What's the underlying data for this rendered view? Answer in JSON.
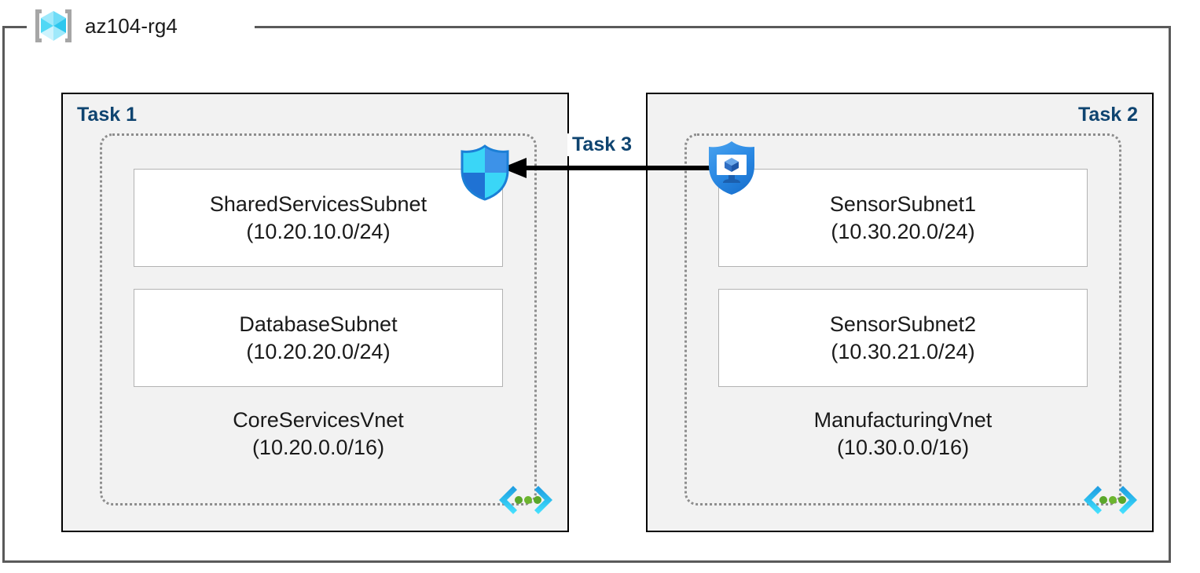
{
  "diagram": {
    "type": "azure-architecture",
    "resource_group": {
      "name": "az104-rg4",
      "icon": "resource-group-cube-icon"
    },
    "colors": {
      "task_label": "#0f4470",
      "task_box_fill": "#f2f2f2",
      "task_box_border": "#000000",
      "rg_frame_border": "#5a5a5a",
      "vnet_border": "#8d8d8d",
      "subnet_border": "#b3b3b3",
      "arrow": "#000000",
      "vnet_icon_bracket": "#1fb4ec",
      "vnet_icon_dot": "#5aa72a",
      "shield_blue": "#1b8ce3",
      "shield_cyan": "#50e6ff"
    },
    "tasks": [
      {
        "id": "task-1",
        "label": "Task 1",
        "align": "left",
        "vnet": {
          "name": "CoreServicesVnet",
          "cidr": "(10.20.0.0/16)",
          "icon": "vnet-icon",
          "subnets": [
            {
              "name": "SharedServicesSubnet",
              "cidr": "(10.20.10.0/24)"
            },
            {
              "name": "DatabaseSubnet",
              "cidr": "(10.20.20.0/24)"
            }
          ]
        }
      },
      {
        "id": "task-2",
        "label": "Task 2",
        "align": "right",
        "vnet": {
          "name": "ManufacturingVnet",
          "cidr": "(10.30.0.0/16)",
          "icon": "vnet-icon",
          "subnets": [
            {
              "name": "SensorSubnet1",
              "cidr": "(10.30.20.0/24)"
            },
            {
              "name": "SensorSubnet2",
              "cidr": "(10.30.21.0/24)"
            }
          ]
        }
      }
    ],
    "connection": {
      "label": "Task 3",
      "direction": "right-to-left",
      "style": "solid-arrow",
      "from_icon": "network-security-group-shield-icon",
      "to_icon": "firewall-shield-icon"
    }
  }
}
